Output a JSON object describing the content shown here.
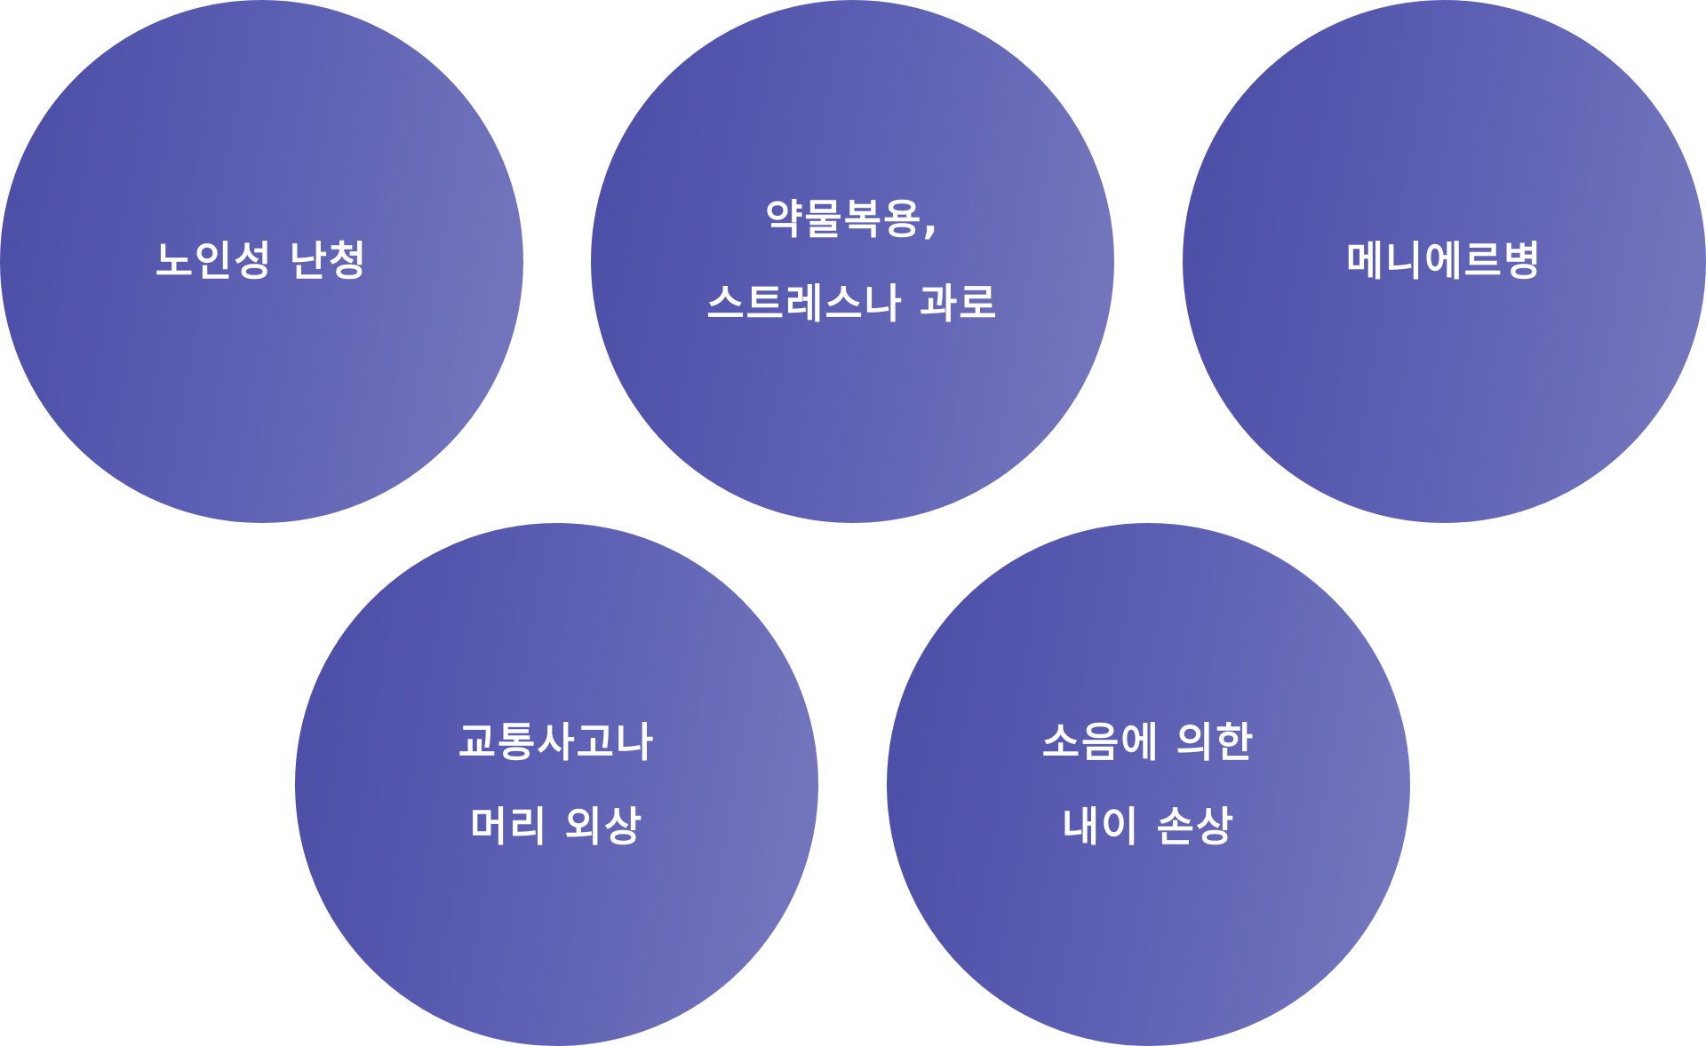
{
  "causes": [
    {
      "lines": [
        "노인성 난청"
      ]
    },
    {
      "lines": [
        "약물복용,",
        "스트레스나 과로"
      ]
    },
    {
      "lines": [
        "메니에르병"
      ]
    },
    {
      "lines": [
        "교통사고나",
        "머리 외상"
      ]
    },
    {
      "lines": [
        "소음에 의한",
        "내이 손상"
      ]
    }
  ],
  "colors": {
    "circle_start": "#4a4ca6",
    "circle_end": "#7779be",
    "text": "#ffffff",
    "background": "#ffffff"
  }
}
